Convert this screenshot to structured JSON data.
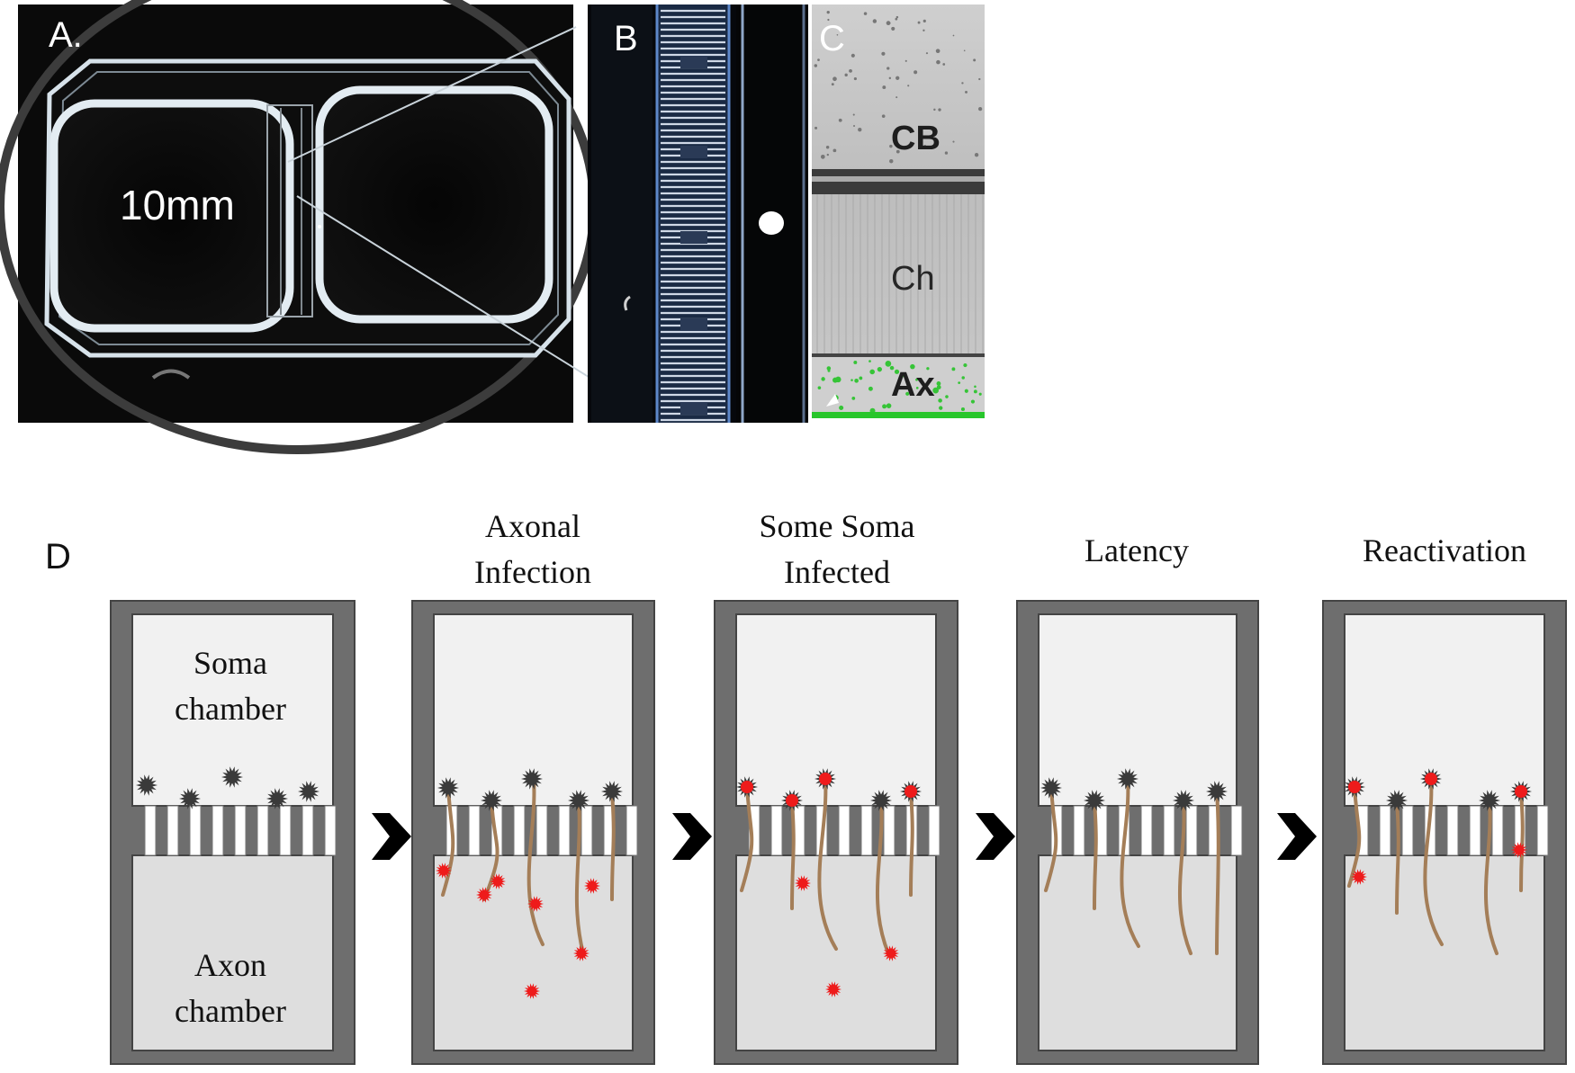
{
  "panels": {
    "a": {
      "letter": "A.",
      "measure": "10mm"
    },
    "b": {
      "letter": "B"
    },
    "c": {
      "letter": "C",
      "regions": [
        "CB",
        "Ch",
        "Ax"
      ]
    },
    "d": {
      "letter": "D"
    }
  },
  "chamber_labels": {
    "soma": [
      "Soma",
      "chamber"
    ],
    "axon": [
      "Axon",
      "chamber"
    ]
  },
  "stages": [
    {
      "title": [
        "",
        ""
      ]
    },
    {
      "title": [
        "Axonal",
        "Infection"
      ]
    },
    {
      "title": [
        "Some Soma",
        "Infected"
      ]
    },
    {
      "title": [
        "",
        "Latency"
      ]
    },
    {
      "title": [
        "",
        "Reactivation"
      ]
    }
  ],
  "colors": {
    "frame": "#6e6e6e",
    "soma_fill": "#f1f1f1",
    "axon_fill": "#dedede",
    "axon_line": "#a47e58",
    "neuron": "#3a3a3a",
    "virus": "#ee1b1b"
  }
}
